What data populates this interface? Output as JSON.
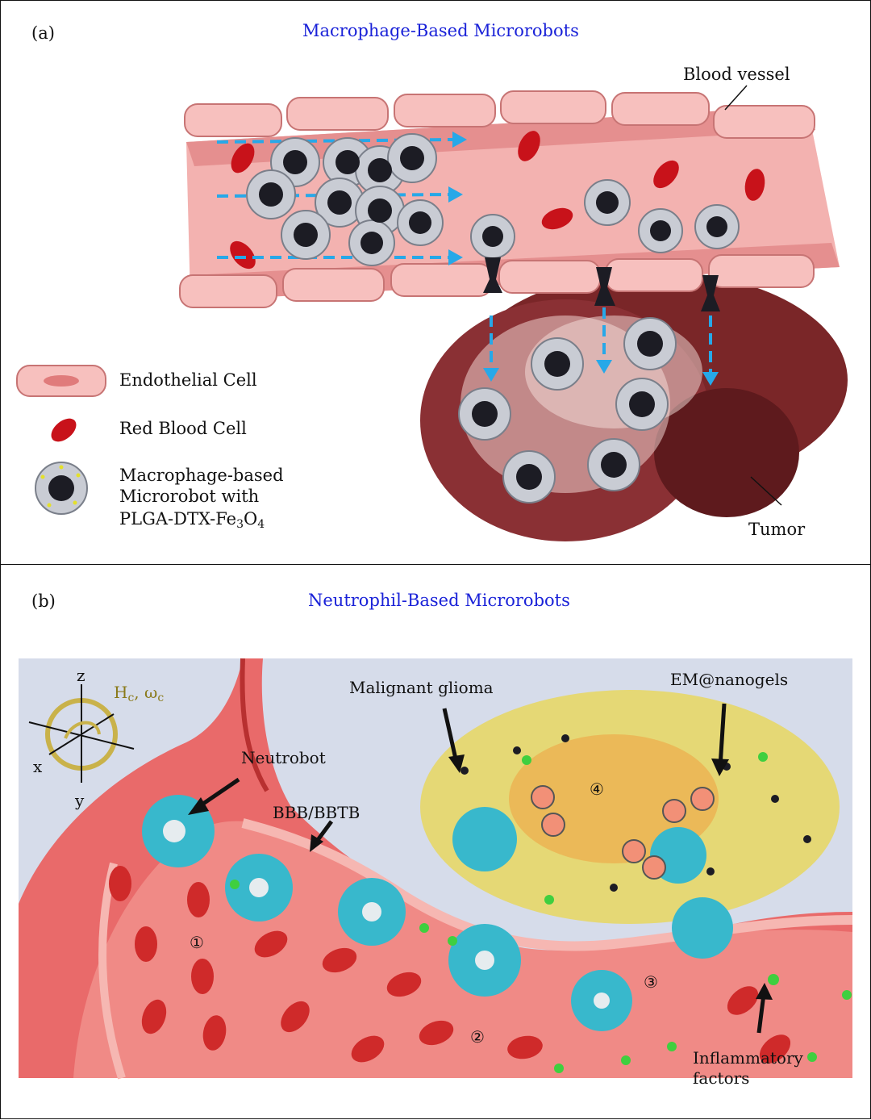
{
  "panel_a": {
    "letter": "(a)",
    "title": "Macrophage-Based Microrobots",
    "labels": {
      "blood_vessel": "Blood vessel",
      "tumor": "Tumor"
    },
    "legend": {
      "endothelial_cell": "Endothelial Cell",
      "red_blood_cell": "Red Blood Cell",
      "microrobot_line1": "Macrophage-based",
      "microrobot_line2": "Microrobot with",
      "microrobot_formula": {
        "prefix": "PLGA-DTX-Fe",
        "sub1": "3",
        "o": "O",
        "sub2": "4"
      }
    },
    "colors": {
      "vessel": "#f2a3a3",
      "vessel_dark": "#d98080",
      "rbc": "#c8121a",
      "arrow": "#27a8e8",
      "tumor": "#6e1f22",
      "title": "#1a22d8"
    }
  },
  "panel_b": {
    "letter": "(b)",
    "title": "Neutrophil-Based Microrobots",
    "axes": {
      "z": "z",
      "x": "x",
      "y": "y",
      "field": "H",
      "field_sub": "c",
      "freq": "ω",
      "freq_sub": "c"
    },
    "labels": {
      "neutrobot": "Neutrobot",
      "bbb": "BBB/BBTB",
      "glioma": "Malignant glioma",
      "nanogels": "EM@nanogels",
      "inflammatory_line1": "Inflammatory",
      "inflammatory_line2": "factors"
    },
    "steps": {
      "s1": "①",
      "s2": "②",
      "s3": "③",
      "s4": "④"
    },
    "colors": {
      "background": "#d6dcea",
      "vessel": "#e96a6a",
      "glioma": "#e6d76a",
      "neutrobot": "#38b8cc",
      "green": "#3fcf3f"
    }
  }
}
